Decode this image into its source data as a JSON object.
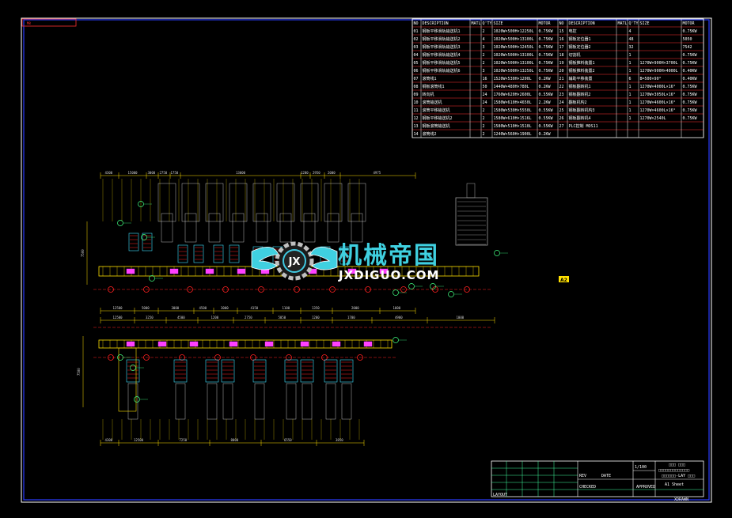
{
  "corner_tag": "M8",
  "bom": {
    "headers": [
      "NO",
      "DESCRIPTION",
      "MATL",
      "Q'TY",
      "SIZE",
      "MOTOR",
      "NO",
      "DESCRIPTION",
      "MATL",
      "Q'TY",
      "SIZE",
      "MOTOR"
    ],
    "rows": [
      [
        "01",
        "钢板平移滑轨输送机1",
        "",
        "2",
        "1020W×500H×12250L",
        "0.75KW",
        "15",
        "电控",
        "",
        "4",
        "",
        "0.75KW"
      ],
      [
        "02",
        "钢板平移滑轨输送机2",
        "",
        "4",
        "1020W×500H×13100L",
        "0.75KW",
        "16",
        "钢板定位器1",
        "",
        "48",
        "",
        "5050"
      ],
      [
        "03",
        "钢板平移滑轨输送机3",
        "",
        "3",
        "1020W×500H×12450L",
        "0.75KW",
        "17",
        "钢板定位器2",
        "",
        "32",
        "",
        "7542"
      ],
      [
        "04",
        "钢板平移滑轨输送机4",
        "",
        "2",
        "1020W×500H×13100L",
        "0.75KW",
        "18",
        "切割机",
        "",
        "1",
        "",
        "0.75KW"
      ],
      [
        "05",
        "钢板平移滑轨输送机5",
        "",
        "2",
        "1020W×500H×13100L",
        "0.75KW",
        "19",
        "钢板推料装置1",
        "",
        "1",
        "1270W×900H×3700L",
        "0.75KW"
      ],
      [
        "06",
        "钢板平移滑轨输送机6",
        "",
        "3",
        "1020W×500H×13250L",
        "0.75KW",
        "20",
        "钢板推料装置2",
        "",
        "1",
        "1270W×900H×4000L",
        "0.40KW"
      ],
      [
        "07",
        "滚筒线1",
        "",
        "16",
        "1520W×530H×1200L",
        "0.2KW",
        "21",
        "辅助平移装置",
        "",
        "6",
        "B=500×90°",
        "0.40KW"
      ],
      [
        "08",
        "钢板滚筒线1",
        "",
        "50",
        "1440W×480H×780L",
        "0.2KW",
        "22",
        "钢板翻转机1",
        "",
        "1",
        "1270W×4000L×16°",
        "0.75KW"
      ],
      [
        "09",
        "转向机",
        "",
        "24",
        "1760W×620H×2600L",
        "0.55KW",
        "23",
        "钢板翻转机2",
        "",
        "1",
        "1270W×3050L×16°",
        "0.75KW"
      ],
      [
        "10",
        "滚筒输送机",
        "",
        "24",
        "1580W×610H×4650L",
        "2.2KW",
        "24",
        "翻板机构2",
        "",
        "1",
        "1270W×4600L×16°",
        "0.75KW"
      ],
      [
        "11",
        "滚筒平移输送机",
        "",
        "2",
        "1580W×530H×5550L",
        "0.55KW",
        "25",
        "钢板翻转机构3",
        "",
        "1",
        "1270W×4600L×16°",
        "0.75KW"
      ],
      [
        "12",
        "钢板平移输送机2",
        "",
        "2",
        "1580W×610H×1516L",
        "0.55KW",
        "26",
        "钢板翻转机4",
        "",
        "1",
        "1270W×2540L",
        "0.75KW"
      ],
      [
        "13",
        "钢板滚筒输送机",
        "",
        "2",
        "1580W×510H×1510L",
        "0.55KW",
        "27",
        "PLC控制 MOS11",
        "",
        "",
        "",
        ""
      ],
      [
        "14",
        "滚筒线2",
        "",
        "2",
        "1240W×560H×1900L",
        "0.2KW",
        "",
        "",
        "",
        "",
        "",
        ""
      ]
    ]
  },
  "watermark": {
    "chinese": "机械帝国",
    "english": "JXDIGUO.COM",
    "logo_letters": "JX"
  },
  "plan": {
    "top_dims": [
      "4300",
      "15000",
      "3000",
      "2750",
      "1750",
      "13000",
      "1200",
      "2950",
      "2000",
      "4975"
    ],
    "mid_dims_upper": [
      "12500",
      "5000",
      "3000",
      "4500",
      "3000",
      "4150",
      "1100",
      "1350",
      "2000",
      "1000"
    ],
    "mid_dims_lower": [
      "12500",
      "3250",
      "4500",
      "1200",
      "2750",
      "5050",
      "1200",
      "1700",
      "4900",
      "1000"
    ],
    "bottom_dims": [
      "4300",
      "12500",
      "7250",
      "8000",
      "6550",
      "3850"
    ],
    "side_dim_upper": "7500",
    "side_dim_lower": "7500",
    "side_marker": "A2"
  },
  "title_block": {
    "project_cn": "□□□ □□□",
    "drawing_cn": "□□□□□□□□□□□□□",
    "drawing_no": "□□□□□□-LAY □□□",
    "scale_label": "1/100",
    "sheet_label": "A1 Sheet",
    "rev_label": "REV",
    "date_label": "DATE",
    "approved_label": "APPROVED",
    "checked_label": "CHECKED",
    "layout_label": "LAYOUT",
    "bottom_right": "XDRAWN"
  }
}
